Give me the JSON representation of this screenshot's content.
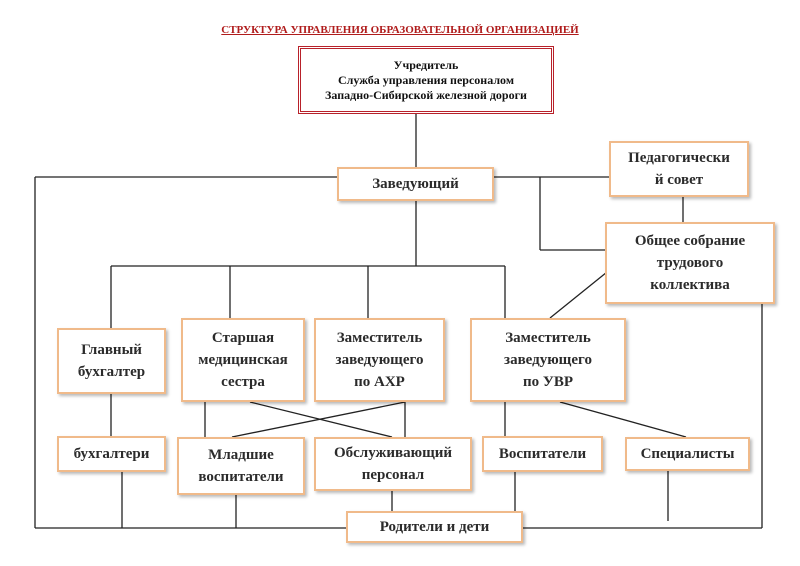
{
  "title": "СТРУКТУРА УПРАВЛЕНИЯ ОБРАЗОВАТЕЛЬНОЙ ОРГАНИЗАЦИЕЙ",
  "colors": {
    "title": "#b01c1c",
    "founder_border": "#b8212a",
    "box_border": "#f0ba8a",
    "lines": "#222222"
  },
  "nodes": {
    "founder": "Учредитель\nСлужба управления персоналом\nЗападно-Сибирской железной дороги",
    "head": "Заведующий",
    "ped_council": "Педагогически\nй совет",
    "general_meeting": "Общее собрание\nтрудового\nколлектива",
    "chief_accountant": "Главный\nбухгалтер",
    "senior_nurse": "Старшая\nмедицинская\nсестра",
    "deputy_ahr": "Заместитель\nзаведующего\nпо АХР",
    "deputy_uvr": "Заместитель\nзаведующего\nпо УВР",
    "accountants": "бухгалтери",
    "junior_teachers": "Младшие\nвоспитатели",
    "service_staff": "Обслуживающий\nперсонал",
    "teachers": "Воспитатели",
    "specialists": "Специалисты",
    "parents_children": "Родители и дети"
  }
}
